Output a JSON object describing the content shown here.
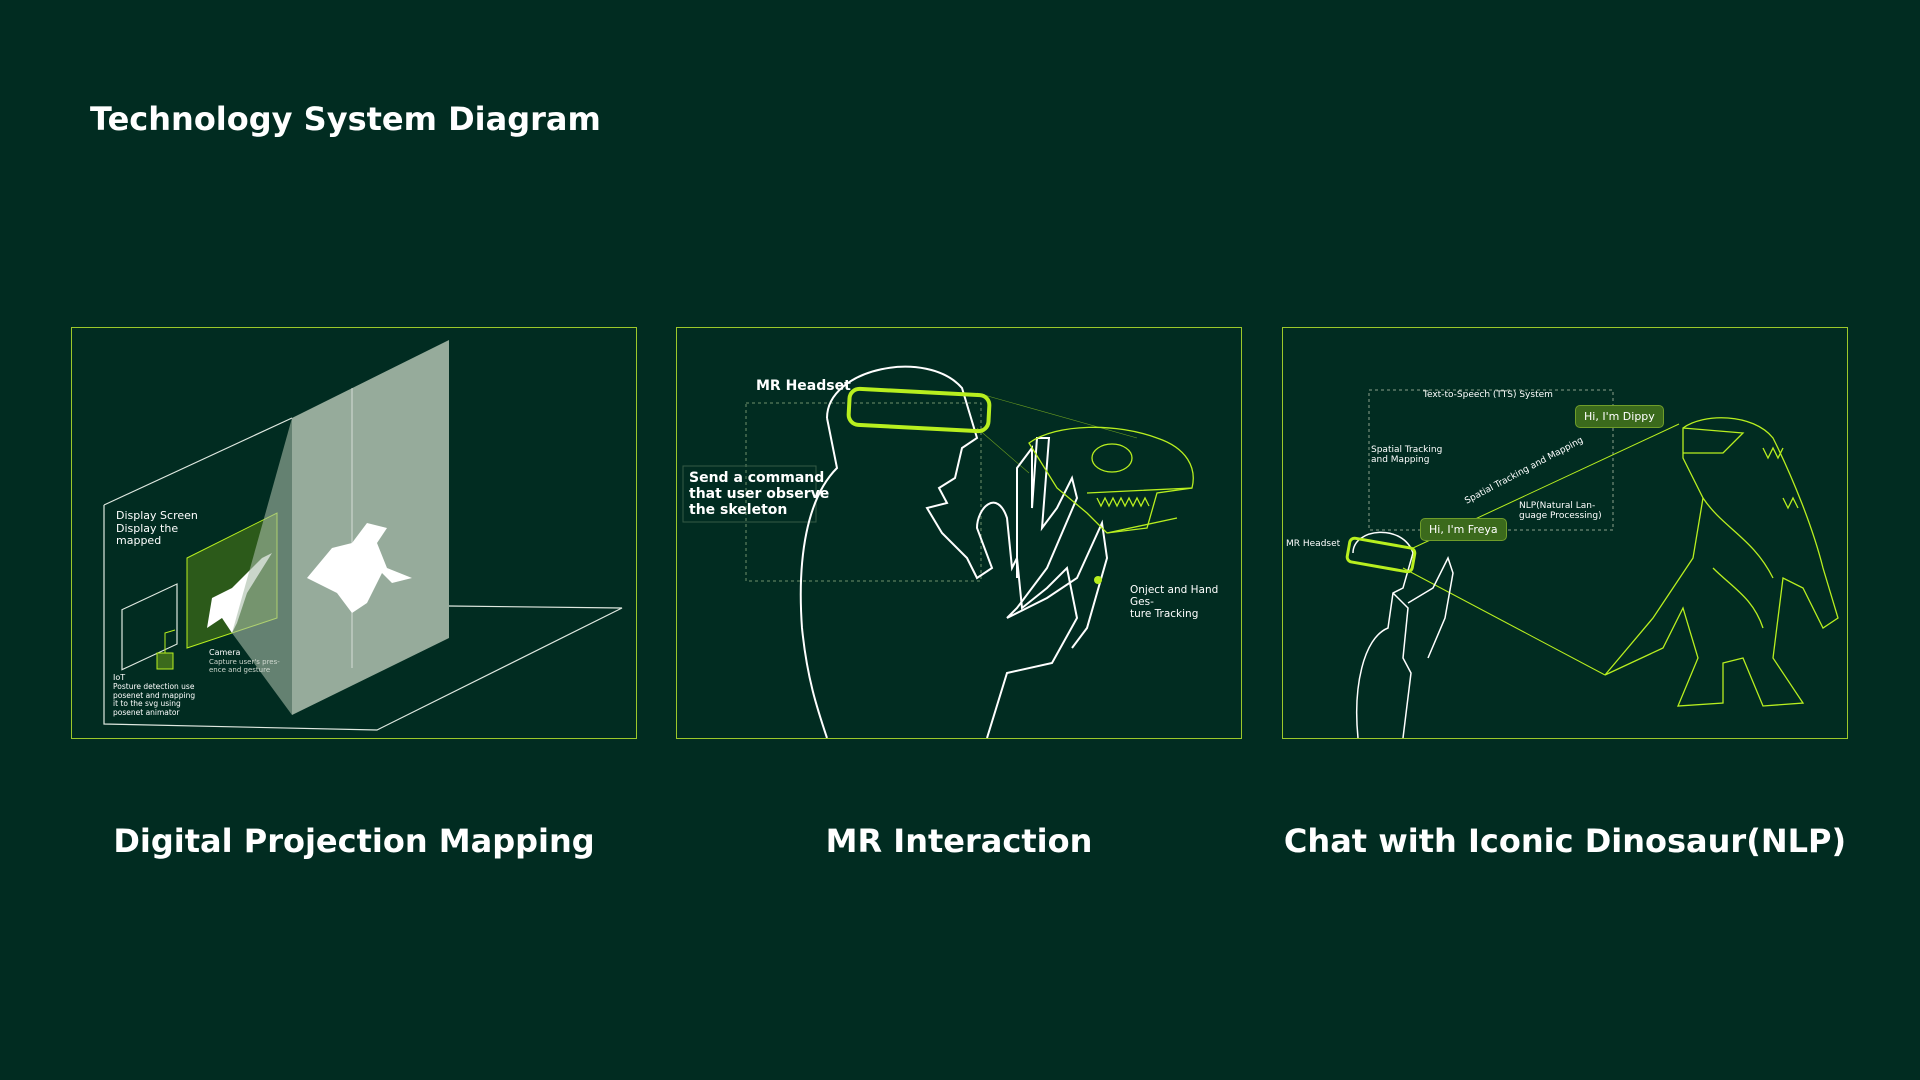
{
  "page_title": "Technology System Diagram",
  "panels": [
    {
      "caption": "Digital Projection Mapping",
      "labels": {
        "display_screen": "Display Screen\nDisplay the\nmapped",
        "camera_title": "Camera",
        "camera_desc": "Capture user's pres-\nence and gesture",
        "iot_title": "IoT",
        "iot_desc": "Posture detection use\nposenet and mapping\nit to the svg using\nposenet animator"
      }
    },
    {
      "caption": "MR Interaction",
      "labels": {
        "headset": "MR Headset",
        "command": "Send a command\nthat user observe\nthe skeleton",
        "tracking": "Onject and Hand Ges-\nture Tracking"
      }
    },
    {
      "caption": "Chat with Iconic Dinosaur(NLP)",
      "labels": {
        "tts": "Text-to-Speech (TTS) System",
        "spatial": "Spatial Tracking\nand Mapping",
        "spatial_rotated": "Spatial Tracking and Mapping",
        "nlp": "NLP(Natural Lan-\nguage Processing)",
        "headset": "MR Headset",
        "bubble_dippy": "Hi, I'm Dippy",
        "bubble_freya": "Hi, I'm Freya"
      }
    }
  ],
  "colors": {
    "background": "#012c21",
    "accent": "#b8ef1f",
    "border": "#9cc82a"
  }
}
